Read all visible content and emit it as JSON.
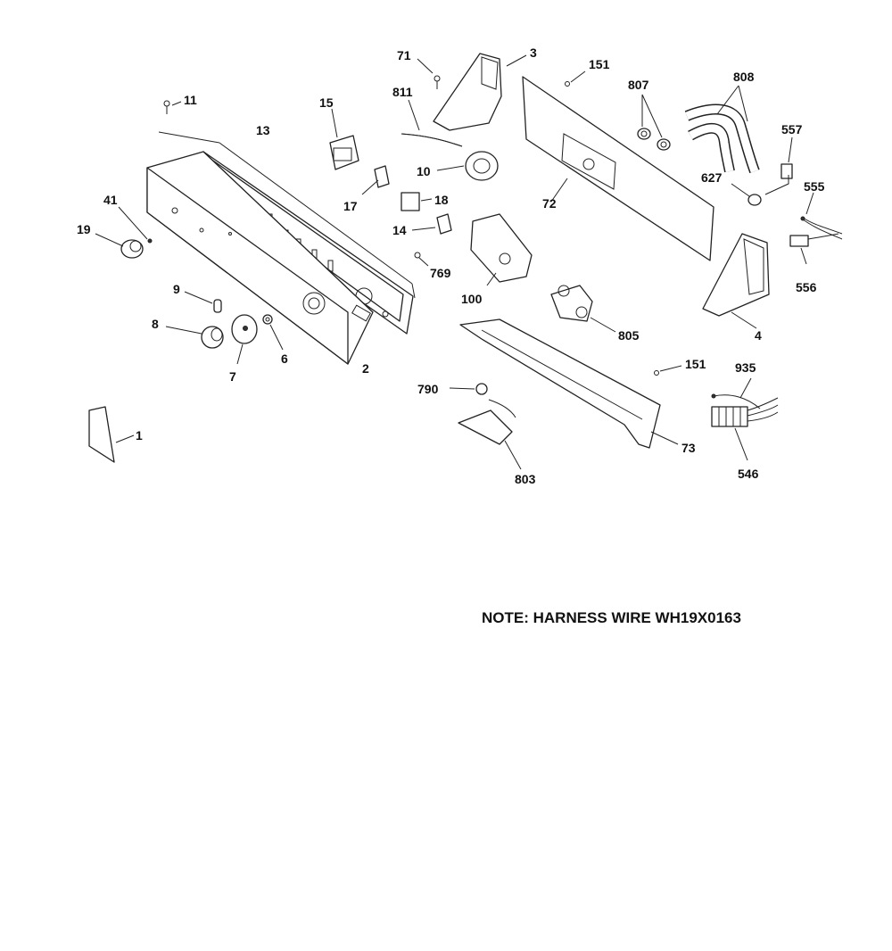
{
  "diagram": {
    "callouts": [
      {
        "id": "71",
        "text": "71"
      },
      {
        "id": "3",
        "text": "3"
      },
      {
        "id": "151a",
        "text": "151"
      },
      {
        "id": "807",
        "text": "807"
      },
      {
        "id": "808",
        "text": "808"
      },
      {
        "id": "811",
        "text": "811"
      },
      {
        "id": "11",
        "text": "11"
      },
      {
        "id": "15",
        "text": "15"
      },
      {
        "id": "13",
        "text": "13"
      },
      {
        "id": "557",
        "text": "557"
      },
      {
        "id": "10",
        "text": "10"
      },
      {
        "id": "627",
        "text": "627"
      },
      {
        "id": "555",
        "text": "555"
      },
      {
        "id": "72",
        "text": "72"
      },
      {
        "id": "18",
        "text": "18"
      },
      {
        "id": "41",
        "text": "41"
      },
      {
        "id": "17",
        "text": "17"
      },
      {
        "id": "19",
        "text": "19"
      },
      {
        "id": "14",
        "text": "14"
      },
      {
        "id": "556",
        "text": "556"
      },
      {
        "id": "769",
        "text": "769"
      },
      {
        "id": "9",
        "text": "9"
      },
      {
        "id": "100",
        "text": "100"
      },
      {
        "id": "4",
        "text": "4"
      },
      {
        "id": "8",
        "text": "8"
      },
      {
        "id": "805",
        "text": "805"
      },
      {
        "id": "6",
        "text": "6"
      },
      {
        "id": "7",
        "text": "7"
      },
      {
        "id": "2",
        "text": "2"
      },
      {
        "id": "151b",
        "text": "151"
      },
      {
        "id": "935",
        "text": "935"
      },
      {
        "id": "790",
        "text": "790"
      },
      {
        "id": "1",
        "text": "1"
      },
      {
        "id": "73",
        "text": "73"
      },
      {
        "id": "546",
        "text": "546"
      },
      {
        "id": "803",
        "text": "803"
      }
    ],
    "note": "NOTE: HARNESS WIRE WH19X0163"
  }
}
